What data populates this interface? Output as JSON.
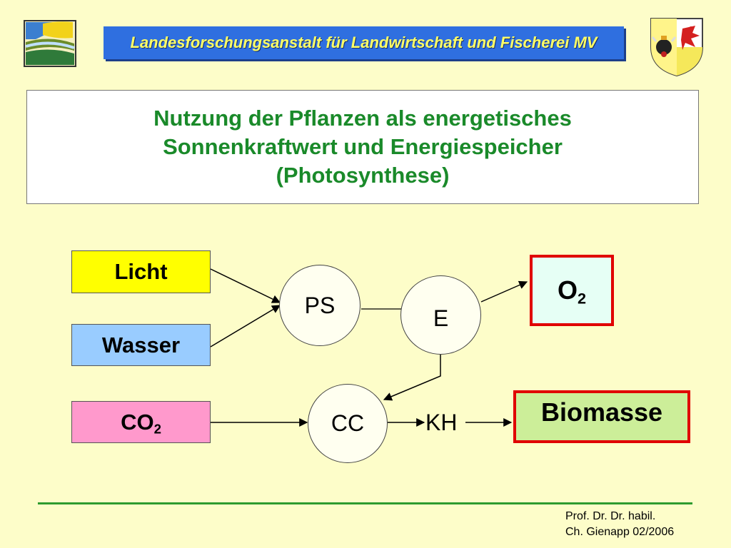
{
  "header": {
    "banner_text": "Landesforschungsanstalt für Landwirtschaft und Fischerei  MV"
  },
  "title": {
    "line1": "Nutzung der Pflanzen als energetisches",
    "line2": "Sonnenkraftwert und Energiespeicher",
    "line3": "(Photosynthese)"
  },
  "inputs": {
    "licht": "Licht",
    "wasser": "Wasser",
    "co2_base": "CO",
    "co2_sub": "2"
  },
  "nodes": {
    "ps": "PS",
    "e": "E",
    "cc": "CC",
    "kh": "KH"
  },
  "outputs": {
    "o2_base": "O",
    "o2_sub": "2",
    "biomasse": "Biomasse"
  },
  "footer": {
    "line1": "Prof. Dr. Dr. habil.",
    "line2": "Ch. Gienapp 02/2006"
  },
  "colors": {
    "background": "#fdfdc9",
    "banner": "#2f6fe0",
    "banner_text": "#ffff66",
    "title_text": "#1a8a2a",
    "licht_box": "#ffff00",
    "wasser_box": "#99ccff",
    "co2_box": "#ff99cc",
    "o2_box": "#e6fff5",
    "biomasse_box": "#ccee99",
    "output_border": "#e00000",
    "footer_line": "#2e9b2e"
  },
  "icons": {
    "left_logo": "institute-logo-icon",
    "right_logo": "coat-of-arms-icon"
  }
}
